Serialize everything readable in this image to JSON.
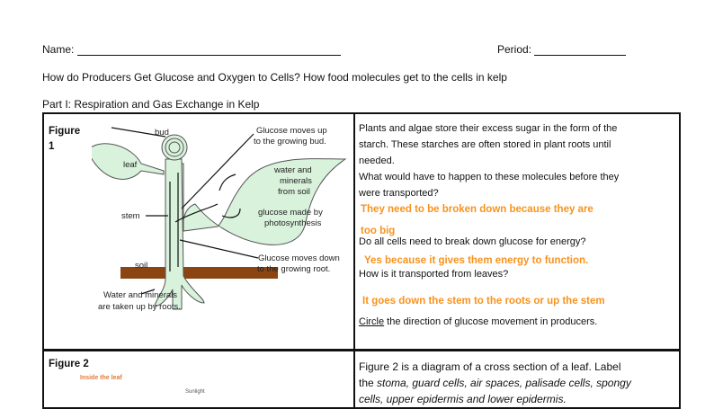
{
  "header": {
    "name_label": "Name:",
    "period_label": "Period:",
    "question": "How do Producers Get Glucose and Oxygen to Cells?  How food molecules get to the cells in kelp",
    "part_title": "Part I: Respiration and Gas Exchange in Kelp"
  },
  "figure1": {
    "title_line1": "Figure",
    "title_line2": "1",
    "labels": {
      "bud": "bud",
      "glucose_up_1": "Glucose moves up",
      "glucose_up_2": "to the growing bud.",
      "leaf": "leaf",
      "water_1": "water and",
      "water_2": "minerals",
      "water_3": "from soil",
      "stem": "stem",
      "glucose_made_1": "glucose made by",
      "glucose_made_2": "photosynthesis",
      "soil": "soil",
      "glucose_down_1": "Glucose moves down",
      "glucose_down_2": "to the growing root.",
      "roots_1": "Water and minerals",
      "roots_2": "are taken up by roots."
    }
  },
  "right1": {
    "p1_l1": "Plants and algae store their excess sugar in the form of the",
    "p1_l2": "starch. These starches are often stored in plant roots until",
    "p1_l3": "needed.",
    "q1_l1": "What would have to happen to these molecules before they",
    "q1_l2": "were transported?",
    "a1_l1": "They need to be broken down because they are",
    "a1_l2": "too big",
    "q2": "Do all cells need to break down glucose for energy?",
    "a2": "Yes because it gives them energy to function.",
    "q3": "How is it transported from leaves?",
    "a3": "It goes down the stem to the roots or up the stem",
    "q4_underlined": "Circle",
    "q4_rest": " the direction of glucose movement in producers."
  },
  "figure2": {
    "title": "Figure 2",
    "subtitle": "Inside the leaf",
    "sunlight": "Sunlight"
  },
  "right2": {
    "l1": "Figure 2 is a diagram of a cross section of a leaf.  Label",
    "l2_prefix": "the ",
    "l2_italic": "stoma, guard cells, air spaces, palisade cells, spongy",
    "l3_italic": "cells, upper epidermis and lower epidermis."
  },
  "colors": {
    "answer": "#f7931e",
    "soil": "#8b4513",
    "plant": "#d9f2dc"
  }
}
